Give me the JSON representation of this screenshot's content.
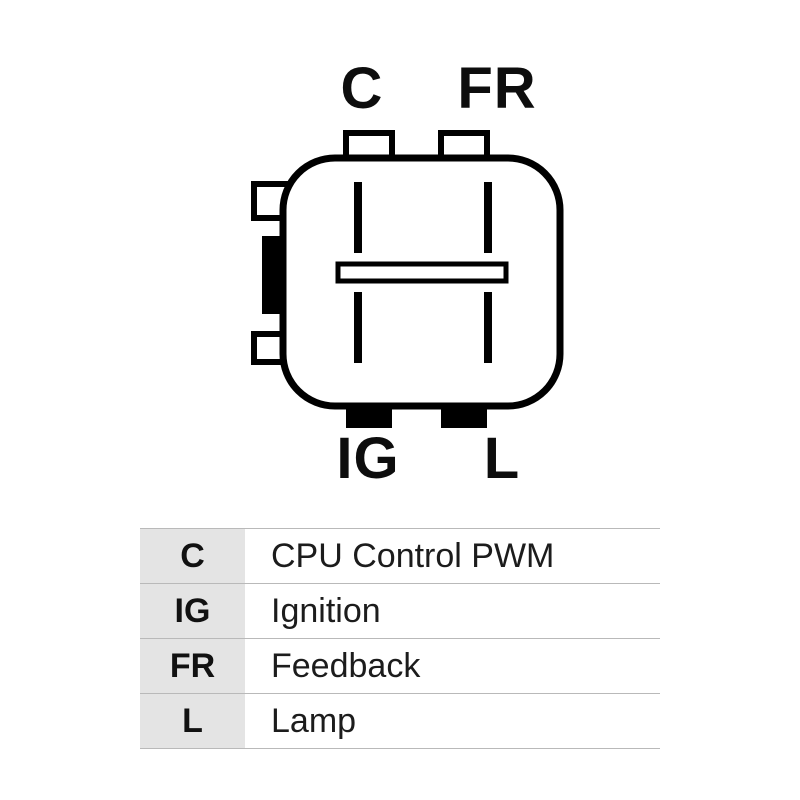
{
  "diagram": {
    "title": "alternator-regulator-plug-pinout",
    "pins": {
      "top_left": "C",
      "top_right": "FR",
      "bottom_left": "IG",
      "bottom_right": "L"
    }
  },
  "legend": {
    "rows": [
      {
        "pin": "C",
        "desc": "CPU Control PWM"
      },
      {
        "pin": "IG",
        "desc": "Ignition"
      },
      {
        "pin": "FR",
        "desc": "Feedback"
      },
      {
        "pin": "L",
        "desc": "Lamp"
      }
    ]
  },
  "colors": {
    "outline": "#000000",
    "legend_pin_cell": "#e4e4e4",
    "row_divider": "#b9b9b9",
    "text": "#1c1c1c",
    "background": "#ffffff"
  }
}
